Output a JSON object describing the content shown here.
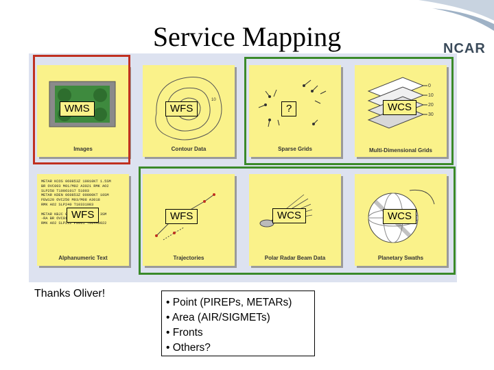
{
  "title": "Service Mapping",
  "logo": "NCAR",
  "colors": {
    "tile": "#faf28a",
    "red_frame": "#c03020",
    "green_frame": "#3a8a2a",
    "panel": "#dde2f0"
  },
  "tiles": [
    {
      "caption": "Images",
      "service": "WMS"
    },
    {
      "caption": "Contour Data",
      "service": "WFS"
    },
    {
      "caption": "Sparse Grids",
      "service": "?"
    },
    {
      "caption": "Multi-Dimensional Grids",
      "service": "WCS"
    },
    {
      "caption": "Alphanumeric Text",
      "service": "WFS"
    },
    {
      "caption": "Trajectories",
      "service": "WFS"
    },
    {
      "caption": "Polar Radar Beam Data",
      "service": "WCS"
    },
    {
      "caption": "Planetary Swaths",
      "service": "WCS"
    }
  ],
  "grid_levels": [
    "0",
    "10",
    "20",
    "30"
  ],
  "thanks": "Thanks Oliver!",
  "notes": [
    "• Point (PIREPs, METARs)",
    "• Area (AIR/SIGMETs)",
    "• Fronts",
    "• Others?"
  ]
}
